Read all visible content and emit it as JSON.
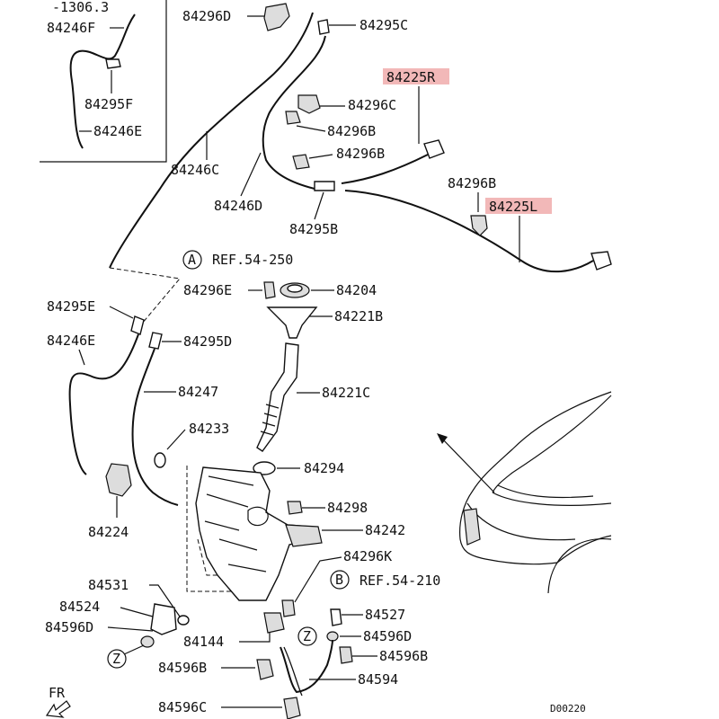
{
  "diagram": {
    "header_code": "-1306.3",
    "footer_code": "D00220",
    "front_indicator": "FR",
    "markers": {
      "a": "A",
      "b": "B",
      "z": "Z"
    },
    "refs": {
      "a": "REF.54-250",
      "b": "REF.54-210"
    },
    "highlight_color": "#f2b8b8"
  },
  "labels": {
    "p84246F": "84246F",
    "p84295F": "84295F",
    "p84246E_top": "84246E",
    "p84296D": "84296D",
    "p84295C": "84295C",
    "p84225R": "84225R",
    "p84296C": "84296C",
    "p84296B_1": "84296B",
    "p84296B_2": "84296B",
    "p84246C": "84246C",
    "p84246D": "84246D",
    "p84295B": "84295B",
    "p84296B_3": "84296B",
    "p84225L": "84225L",
    "p84296E": "84296E",
    "p84204": "84204",
    "p84295E": "84295E",
    "p84221B": "84221B",
    "p84246E": "84246E",
    "p84295D": "84295D",
    "p84247": "84247",
    "p84221C": "84221C",
    "p84233": "84233",
    "p84294": "84294",
    "p84224": "84224",
    "p84298": "84298",
    "p84242": "84242",
    "p84296K": "84296K",
    "p84531": "84531",
    "p84524": "84524",
    "p84596D_l": "84596D",
    "p84144": "84144",
    "p84527": "84527",
    "p84596D_r": "84596D",
    "p84596B_r": "84596B",
    "p84596B_l": "84596B",
    "p84594": "84594",
    "p84596C": "84596C"
  }
}
